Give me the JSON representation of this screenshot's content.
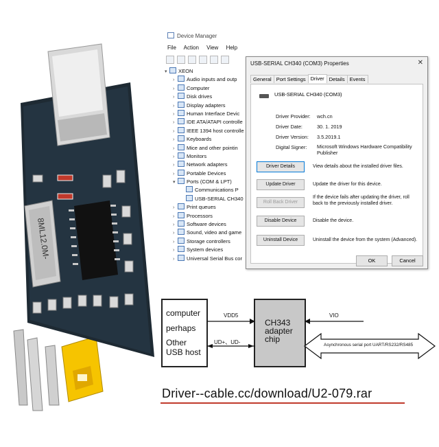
{
  "device_manager": {
    "title": "Device Manager",
    "menu": [
      "File",
      "Action",
      "View",
      "Help"
    ],
    "tree": [
      {
        "label": "XEON",
        "expanded": true,
        "level": 0
      },
      {
        "label": "Audio inputs and outp",
        "level": 1
      },
      {
        "label": "Computer",
        "level": 1
      },
      {
        "label": "Disk drives",
        "level": 1
      },
      {
        "label": "Display adapters",
        "level": 1
      },
      {
        "label": "Human Interface Devic",
        "level": 1
      },
      {
        "label": "IDE ATA/ATAPI controlle",
        "level": 1
      },
      {
        "label": "IEEE 1394 host controlle",
        "level": 1
      },
      {
        "label": "Keyboards",
        "level": 1
      },
      {
        "label": "Mice and other pointin",
        "level": 1
      },
      {
        "label": "Monitors",
        "level": 1
      },
      {
        "label": "Network adapters",
        "level": 1
      },
      {
        "label": "Portable Devices",
        "level": 1
      },
      {
        "label": "Ports (COM & LPT)",
        "level": 1,
        "expanded": true
      },
      {
        "label": "Communications P",
        "level": 2
      },
      {
        "label": "USB-SERIAL CH340",
        "level": 2
      },
      {
        "label": "Print queues",
        "level": 1
      },
      {
        "label": "Processors",
        "level": 1
      },
      {
        "label": "Software devices",
        "level": 1
      },
      {
        "label": "Sound, video and game",
        "level": 1
      },
      {
        "label": "Storage controllers",
        "level": 1
      },
      {
        "label": "System devices",
        "level": 1
      },
      {
        "label": "Universal Serial Bus cor",
        "level": 1
      }
    ]
  },
  "properties": {
    "title": "USB-SERIAL CH340 (COM3) Properties",
    "close": "✕",
    "tabs": [
      "General",
      "Port Settings",
      "Driver",
      "Details",
      "Events"
    ],
    "active_tab": "Driver",
    "device_name": "USB-SERIAL CH340 (COM3)",
    "fields": [
      {
        "label": "Driver Provider:",
        "value": "wch.cn"
      },
      {
        "label": "Driver Date:",
        "value": "30. 1. 2019"
      },
      {
        "label": "Driver Version:",
        "value": "3.5.2019.1"
      },
      {
        "label": "Digital Signer:",
        "value": "Microsoft Windows Hardware Compatibility Publisher"
      }
    ],
    "buttons": [
      {
        "label": "Driver Details",
        "desc": "View details about the installed driver files."
      },
      {
        "label": "Update Driver",
        "desc": "Update the driver for this device."
      },
      {
        "label": "Roll Back Driver",
        "desc": "If the device fails after updating the driver, roll back to the previously installed driver."
      },
      {
        "label": "Disable Device",
        "desc": "Disable the device."
      },
      {
        "label": "Uninstall Device",
        "desc": "Uninstall the device from the system (Advanced)."
      }
    ],
    "ok": "OK",
    "cancel": "Cancel"
  },
  "board": {
    "crystal_text": "8ML12.0M-"
  },
  "diagram": {
    "host_lines": [
      "computer",
      "perhaps",
      "Other",
      "USB host"
    ],
    "chip_lines": [
      "CH343",
      "adapter",
      "chip"
    ],
    "vdd": "VDD5",
    "usb": "UD+、UD-",
    "vio": "VIO",
    "serial": "Asynchronous serial port UART/RS232/RS485"
  },
  "download_url": "Driver--cable.cc/download/U2-079.rar"
}
